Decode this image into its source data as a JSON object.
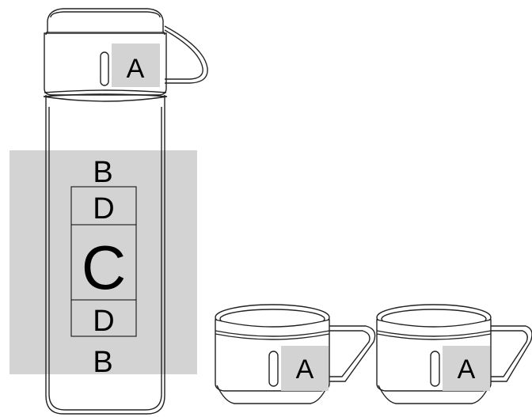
{
  "labels": {
    "lid_label": "A",
    "band_top": "B",
    "band_bottom": "B",
    "strip_top": "D",
    "strip_bottom": "D",
    "center_panel": "C",
    "cup_left_label": "A",
    "cup_right_label": "A"
  },
  "colors": {
    "shade": "#d3d3d3",
    "outline": "#222222",
    "background": "#ffffff"
  }
}
